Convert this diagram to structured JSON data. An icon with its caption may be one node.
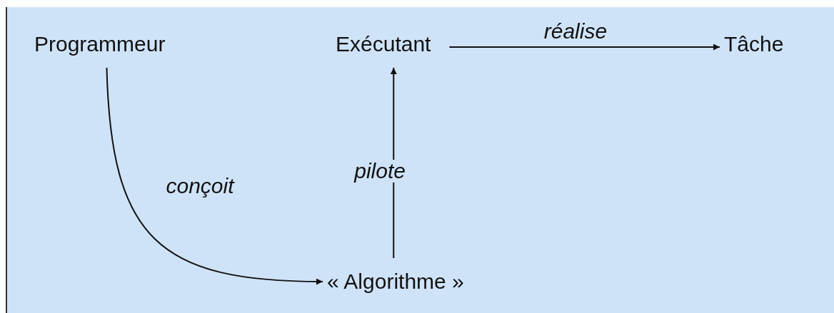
{
  "diagram": {
    "nodes": [
      {
        "text": [
          "Programmeur"
        ]
      },
      {
        "text": [
          "Exécutant"
        ]
      },
      {
        "text": [
          "Tâche"
        ]
      },
      {
        "text": [
          "« Algorithme »"
        ]
      }
    ],
    "edges": [
      {
        "from": 0,
        "to": 3,
        "arrow": "to",
        "label": "conçoit"
      },
      {
        "from": 3,
        "to": 1,
        "arrow": "to",
        "label": "pilote"
      },
      {
        "from": 1,
        "to": 2,
        "arrow": "to",
        "label": "réalise"
      }
    ]
  }
}
